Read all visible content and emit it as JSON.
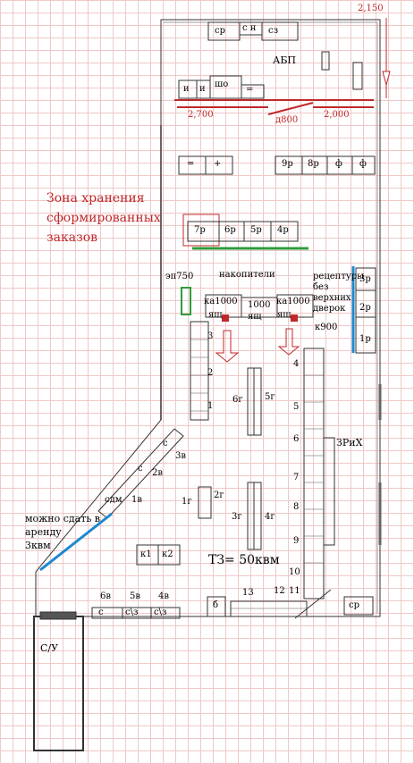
{
  "header": {
    "abp": "АБП",
    "sr_top": "ср",
    "sn": "с н",
    "sz": "сз",
    "i1": "и",
    "i2": "и",
    "sho": "шо",
    "eq_top": "="
  },
  "dimensions": {
    "top_right": "2,150",
    "left": "2,700",
    "door": "д800",
    "right": "2,000"
  },
  "storage_zone": {
    "title": "Зона хранения сформированных заказов",
    "line1": "Зона хранения",
    "line2": "сформированных",
    "line3": "заказов"
  },
  "upper_shelves": {
    "eq": "=",
    "plus": "+",
    "r9": "9р",
    "r8": "8р",
    "f1": "ф",
    "f2": "ф",
    "r7": "7р",
    "r6": "6р",
    "r5": "5р",
    "r4": "4р"
  },
  "middle": {
    "ep750": "эп750",
    "nakopiteli": "накопители",
    "ka1": "ка1000",
    "c1000": "1000",
    "ka2": "ка1000",
    "yash1": "ящ",
    "yash2": "ящ",
    "yash3": "ящ",
    "k900": "к900",
    "receptury": "рецептуры без верхних дверок",
    "rec1": "рецептуры",
    "rec2": "без",
    "rec3": "верхних",
    "rec4": "дверок",
    "r3": "3р",
    "r2": "2р",
    "r1": "1р"
  },
  "sales_floor": {
    "n3": "3",
    "n2": "2",
    "n1": "1",
    "n4": "4",
    "n5": "5",
    "n6": "6",
    "n7": "7",
    "n8": "8",
    "n9": "9",
    "n10": "10",
    "n11": "11",
    "n12": "12",
    "n13": "13",
    "g6": "6г",
    "g5": "5г",
    "g1": "1г",
    "g2": "2г",
    "g3": "3г",
    "g4": "4г",
    "zrih": "ЗРиХ",
    "v3": "3в",
    "v2": "2в",
    "v1": "1в",
    "sdm": "сдм",
    "c_diag1": "с",
    "c_diag2": "с",
    "k1": "к1",
    "k2": "к2",
    "tz": "ТЗ= 50кв",
    "tz_unit": "м",
    "v6": "6в",
    "v5": "5в",
    "v4": "4в",
    "c_b1": "с",
    "c_b2": "с\\з",
    "c_b3": "с\\з",
    "b6": "б",
    "sr_bottom": "ср",
    "rent1": "можно сдать в",
    "rent2": "аренду",
    "rent3": "3квм",
    "su": "С/У"
  }
}
